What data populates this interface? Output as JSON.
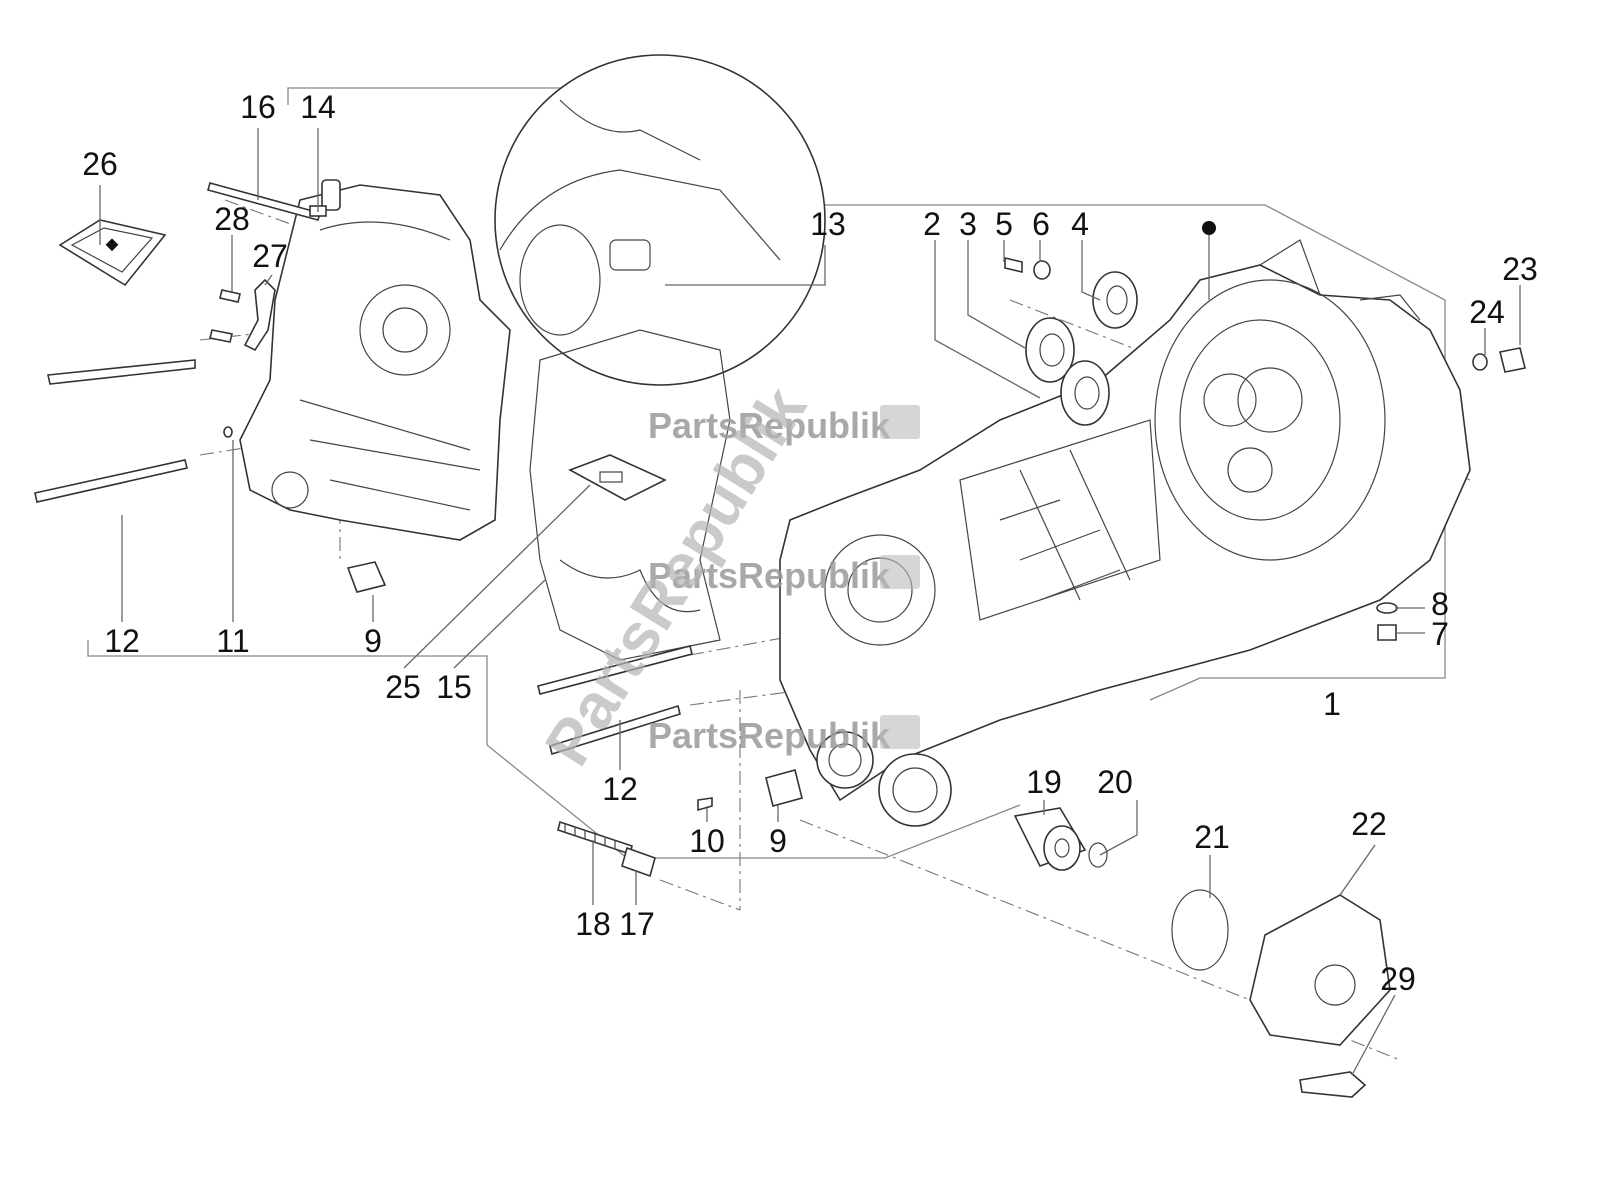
{
  "diagram": {
    "title": "Crankcase exploded parts diagram",
    "watermark": "PartsRepublik",
    "callouts": [
      {
        "id": "c1",
        "label": "1"
      },
      {
        "id": "c2",
        "label": "2"
      },
      {
        "id": "c3",
        "label": "3"
      },
      {
        "id": "c4",
        "label": "4"
      },
      {
        "id": "c5",
        "label": "5"
      },
      {
        "id": "c6",
        "label": "6"
      },
      {
        "id": "c7",
        "label": "7"
      },
      {
        "id": "c8",
        "label": "8"
      },
      {
        "id": "c9a",
        "label": "9"
      },
      {
        "id": "c9b",
        "label": "9"
      },
      {
        "id": "c10",
        "label": "10"
      },
      {
        "id": "c11",
        "label": "11"
      },
      {
        "id": "c12a",
        "label": "12"
      },
      {
        "id": "c12b",
        "label": "12"
      },
      {
        "id": "c13",
        "label": "13"
      },
      {
        "id": "c14",
        "label": "14"
      },
      {
        "id": "c15",
        "label": "15"
      },
      {
        "id": "c16",
        "label": "16"
      },
      {
        "id": "c17",
        "label": "17"
      },
      {
        "id": "c18",
        "label": "18"
      },
      {
        "id": "c19",
        "label": "19"
      },
      {
        "id": "c20",
        "label": "20"
      },
      {
        "id": "c21",
        "label": "21"
      },
      {
        "id": "c22",
        "label": "22"
      },
      {
        "id": "c23",
        "label": "23"
      },
      {
        "id": "c24",
        "label": "24"
      },
      {
        "id": "c25",
        "label": "25"
      },
      {
        "id": "c26",
        "label": "26"
      },
      {
        "id": "c27",
        "label": "27"
      },
      {
        "id": "c28",
        "label": "28"
      },
      {
        "id": "c29",
        "label": "29"
      }
    ]
  }
}
